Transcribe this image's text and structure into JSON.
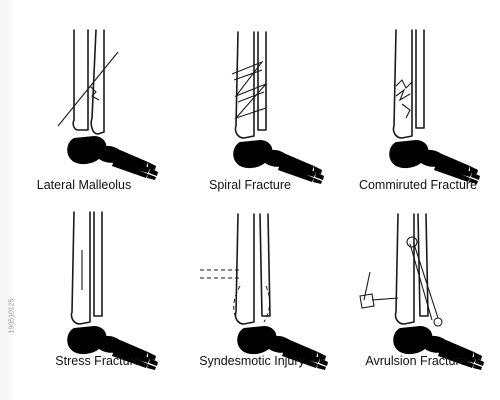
{
  "side_id": "190510125",
  "panels": [
    {
      "key": "lateral",
      "label": "Lateral Malleolus"
    },
    {
      "key": "spiral",
      "label": "Spiral Fracture"
    },
    {
      "key": "comminuted",
      "label": "Commiruted Fracture"
    },
    {
      "key": "stress",
      "label": "Stress Fracture"
    },
    {
      "key": "syndesmotic",
      "label": "Syndesmotic Injury"
    },
    {
      "key": "avulsion",
      "label": "Avrulsion Fracture"
    }
  ]
}
